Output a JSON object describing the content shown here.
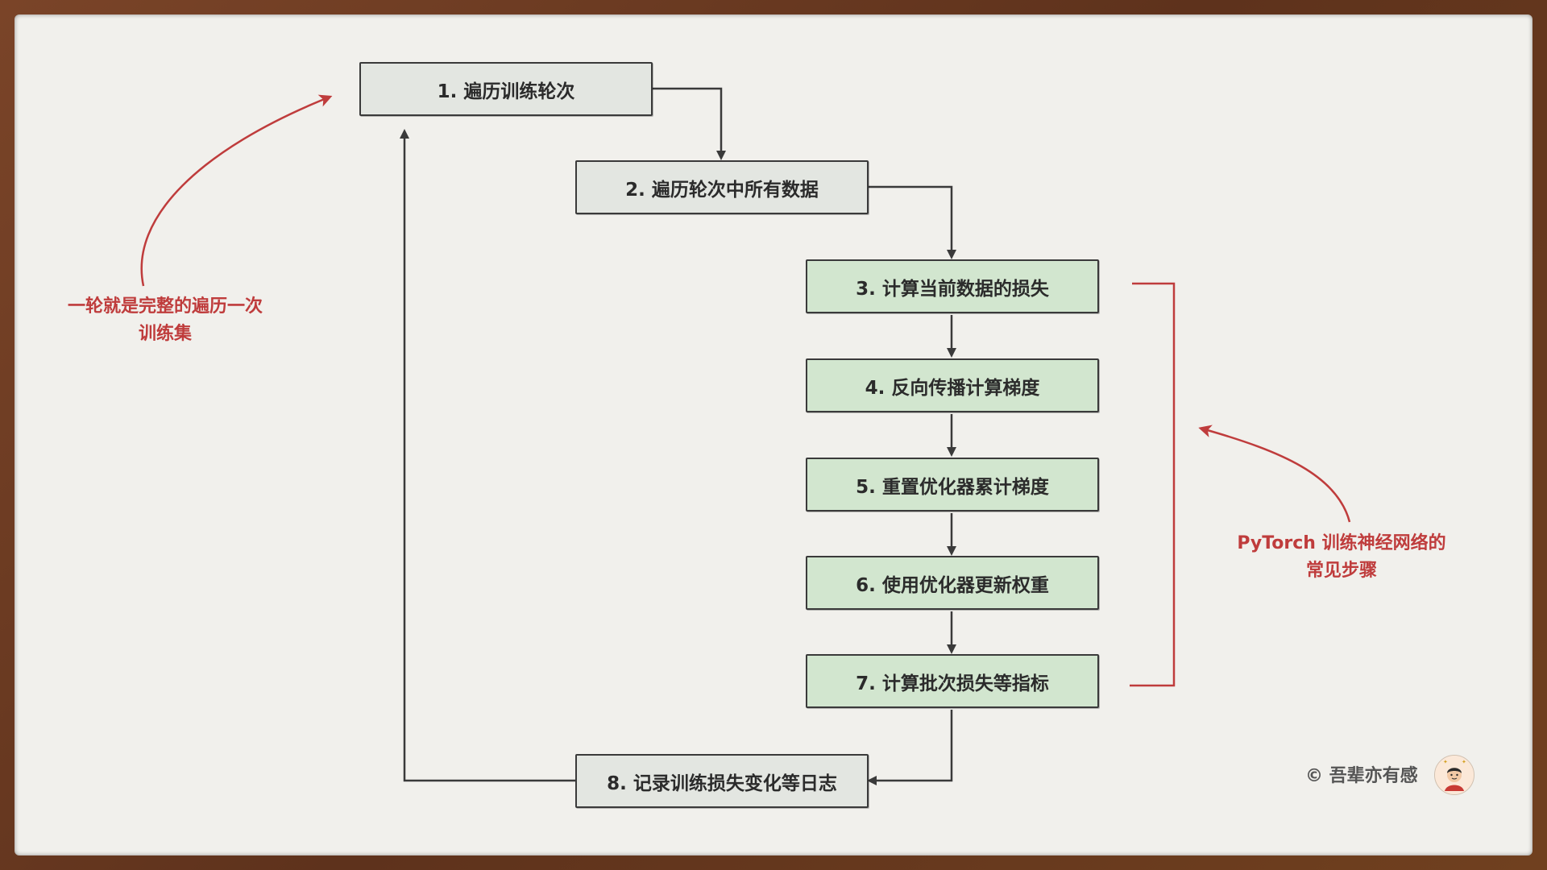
{
  "steps": [
    {
      "id": 1,
      "label": "1. 遍历训练轮次",
      "color": "gray"
    },
    {
      "id": 2,
      "label": "2. 遍历轮次中所有数据",
      "color": "gray"
    },
    {
      "id": 3,
      "label": "3. 计算当前数据的损失",
      "color": "green"
    },
    {
      "id": 4,
      "label": "4. 反向传播计算梯度",
      "color": "green"
    },
    {
      "id": 5,
      "label": "5. 重置优化器累计梯度",
      "color": "green"
    },
    {
      "id": 6,
      "label": "6. 使用优化器更新权重",
      "color": "green"
    },
    {
      "id": 7,
      "label": "7. 计算批次损失等指标",
      "color": "green"
    },
    {
      "id": 8,
      "label": "8. 记录训练损失变化等日志",
      "color": "gray"
    }
  ],
  "annotations": {
    "left_note_line1": "一轮就是完整的遍历一次",
    "left_note_line2": "训练集",
    "right_note_line1": "PyTorch 训练神经网络的",
    "right_note_line2": "常见步骤"
  },
  "credit": "© 吾辈亦有感",
  "colors": {
    "gray_box": "#e3e6e1",
    "green_box": "#d2e6cf",
    "annotation_red": "#bf3c3c",
    "arrow": "#3a3a3a"
  },
  "icons": {
    "avatar": "author-avatar-icon"
  }
}
